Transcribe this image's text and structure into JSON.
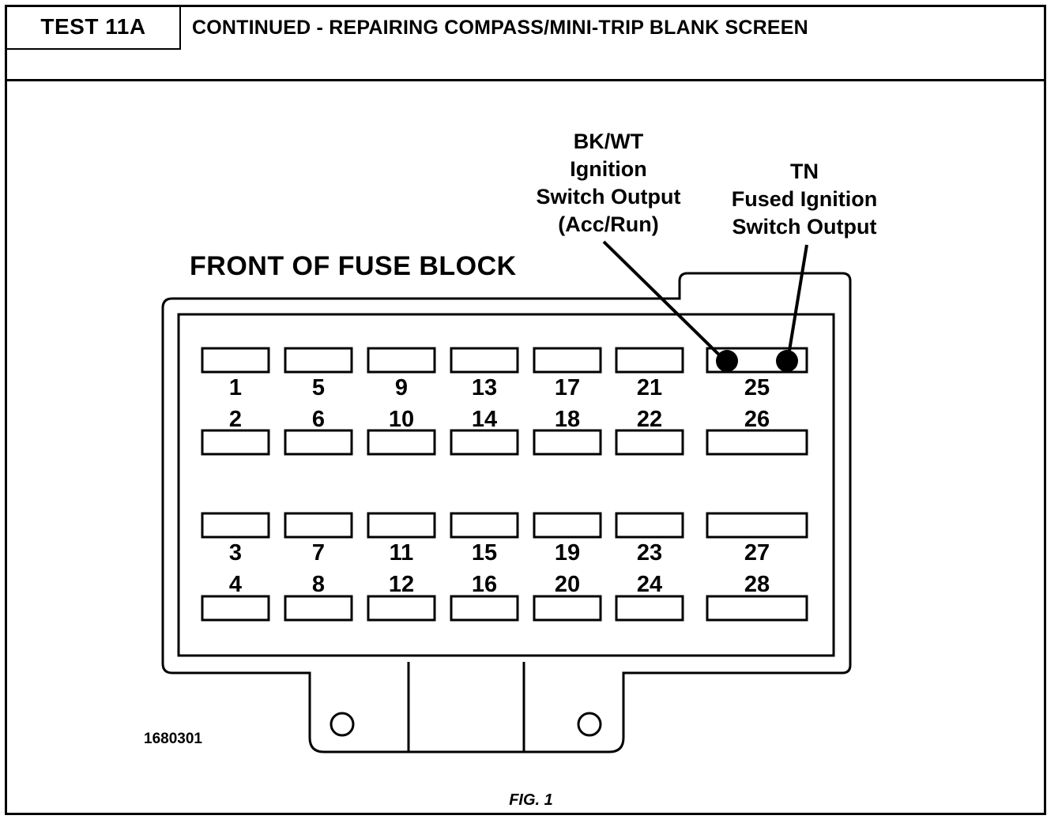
{
  "header": {
    "test_id": "TEST 11A",
    "title": "CONTINUED - REPAIRING COMPASS/MINI-TRIP BLANK SCREEN"
  },
  "diagram": {
    "title": "FRONT OF FUSE BLOCK",
    "callouts": {
      "bk_wt": [
        "BK/WT",
        "Ignition",
        "Switch Output",
        "(Acc/Run)"
      ],
      "tn": [
        "TN",
        "Fused Ignition",
        "Switch Output"
      ]
    },
    "fuses": {
      "row1": [
        "1",
        "5",
        "9",
        "13",
        "17",
        "21",
        "25"
      ],
      "row2": [
        "2",
        "6",
        "10",
        "14",
        "18",
        "22",
        "26"
      ],
      "row3": [
        "3",
        "7",
        "11",
        "15",
        "19",
        "23",
        "27"
      ],
      "row4": [
        "4",
        "8",
        "12",
        "16",
        "20",
        "24",
        "28"
      ]
    },
    "highlighted_fuse": "25",
    "part_number": "1680301"
  },
  "figure_label": "FIG. 1"
}
